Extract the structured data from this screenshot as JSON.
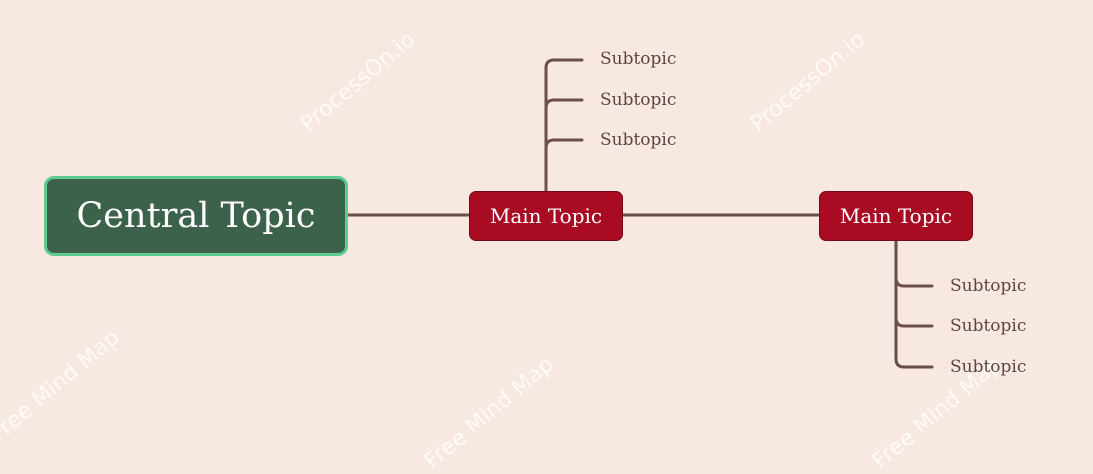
{
  "watermarks": {
    "brand": "ProcessOn.io",
    "caption": "Free Mind Map"
  },
  "mindmap": {
    "central_topic": "Central Topic",
    "branches": [
      {
        "label": "Main Topic",
        "subtopics": [
          "Subtopic",
          "Subtopic",
          "Subtopic"
        ]
      },
      {
        "label": "Main Topic",
        "subtopics": [
          "Subtopic",
          "Subtopic",
          "Subtopic"
        ]
      }
    ]
  },
  "colors": {
    "background": "#f7e9e1",
    "central_fill": "#3c624c",
    "central_border": "#5fcc8f",
    "main_fill": "#a90c22",
    "connector": "#6b4f49",
    "subtopic_text": "#5b4742"
  }
}
